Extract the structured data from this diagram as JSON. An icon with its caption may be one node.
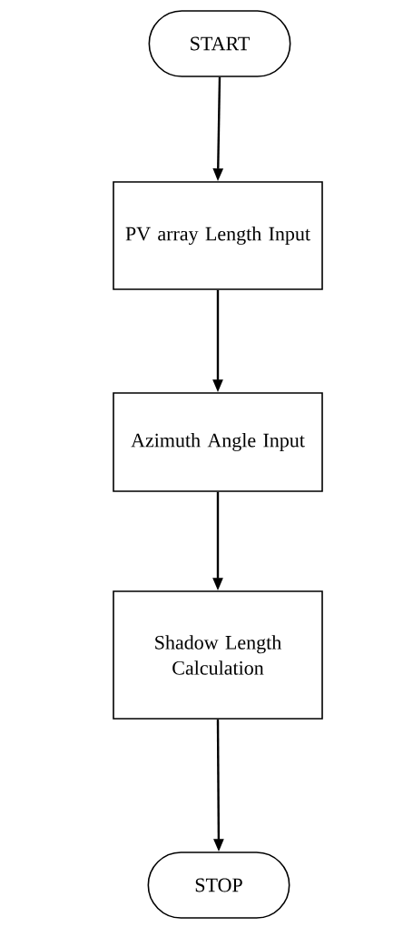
{
  "diagram": {
    "nodes": [
      {
        "text": [
          "START"
        ]
      },
      {
        "text": [
          "PV array Length Input"
        ]
      },
      {
        "text": [
          "Azimuth Angle Input"
        ]
      },
      {
        "text": [
          "Shadow Length Calculation"
        ]
      },
      {
        "text": [
          "STOP"
        ]
      }
    ],
    "edges": [
      {
        "from": 0,
        "to": 1,
        "arrow": "to"
      },
      {
        "from": 1,
        "to": 2,
        "arrow": "to"
      },
      {
        "from": 2,
        "to": 3,
        "arrow": "to"
      },
      {
        "from": 3,
        "to": 4,
        "arrow": "to"
      }
    ]
  }
}
